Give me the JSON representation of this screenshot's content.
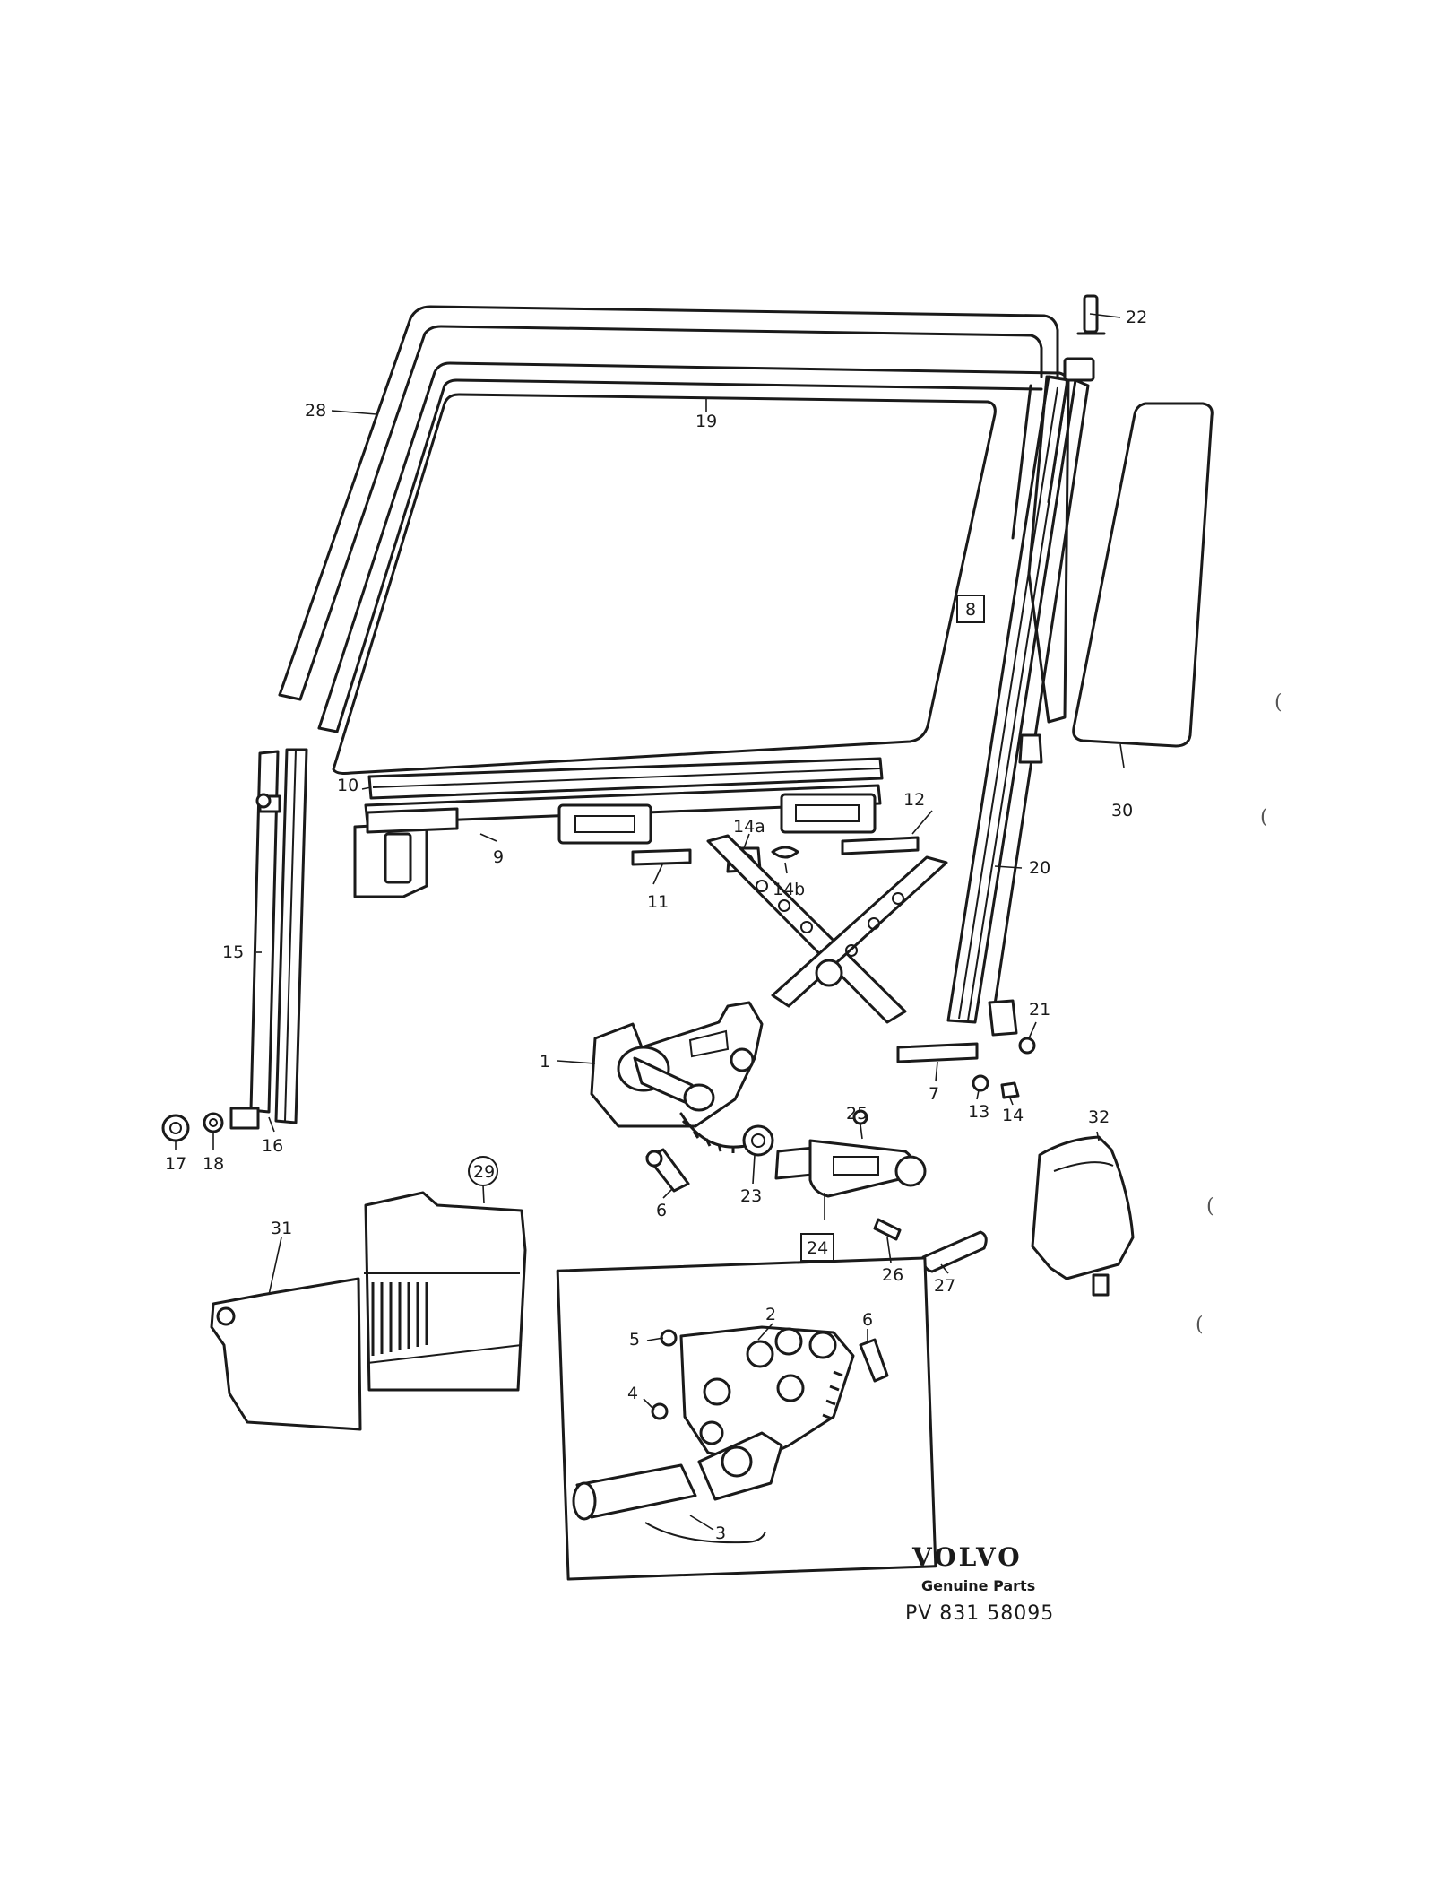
{
  "callouts": [
    {
      "id": "c-1",
      "text": "1"
    },
    {
      "id": "c-2",
      "text": "2"
    },
    {
      "id": "c-3",
      "text": "3"
    },
    {
      "id": "c-4",
      "text": "4"
    },
    {
      "id": "c-5",
      "text": "5"
    },
    {
      "id": "c-6a",
      "text": "6"
    },
    {
      "id": "c-6b",
      "text": "6"
    },
    {
      "id": "c-7",
      "text": "7"
    },
    {
      "id": "c-8",
      "text": "8"
    },
    {
      "id": "c-9",
      "text": "9"
    },
    {
      "id": "c-10",
      "text": "10"
    },
    {
      "id": "c-11",
      "text": "11"
    },
    {
      "id": "c-12",
      "text": "12"
    },
    {
      "id": "c-13",
      "text": "13"
    },
    {
      "id": "c-14",
      "text": "14"
    },
    {
      "id": "c-14a",
      "text": "14a"
    },
    {
      "id": "c-14b",
      "text": "14b"
    },
    {
      "id": "c-15",
      "text": "15"
    },
    {
      "id": "c-16",
      "text": "16"
    },
    {
      "id": "c-17",
      "text": "17"
    },
    {
      "id": "c-18",
      "text": "18"
    },
    {
      "id": "c-19",
      "text": "19"
    },
    {
      "id": "c-20",
      "text": "20"
    },
    {
      "id": "c-21",
      "text": "21"
    },
    {
      "id": "c-22",
      "text": "22"
    },
    {
      "id": "c-23",
      "text": "23"
    },
    {
      "id": "c-24",
      "text": "24"
    },
    {
      "id": "c-25",
      "text": "25"
    },
    {
      "id": "c-26",
      "text": "26"
    },
    {
      "id": "c-27",
      "text": "27"
    },
    {
      "id": "c-28",
      "text": "28"
    },
    {
      "id": "c-29",
      "text": "29"
    },
    {
      "id": "c-30",
      "text": "30"
    },
    {
      "id": "c-31",
      "text": "31"
    },
    {
      "id": "c-32",
      "text": "32"
    }
  ],
  "brand": {
    "name": "VOLVO",
    "tagline": "Genuine Parts",
    "code": "PV 831 58095"
  },
  "margin_marks": [
    "(",
    "(",
    "(",
    "("
  ]
}
